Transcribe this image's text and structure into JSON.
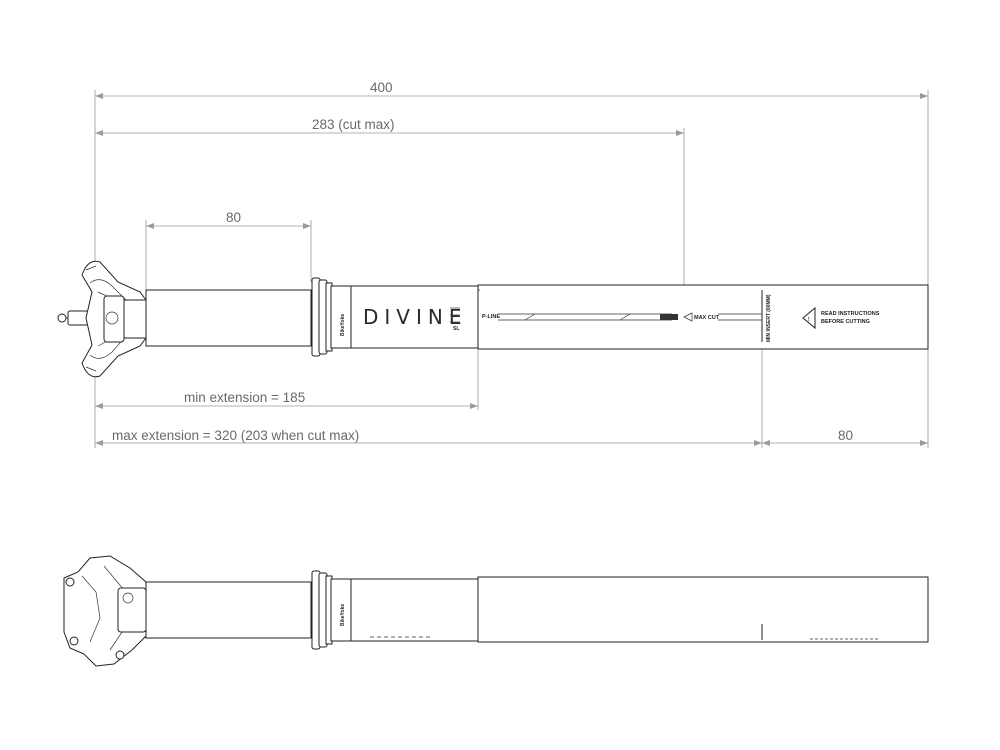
{
  "dimensions": {
    "overall": "400",
    "cut_max": "283 (cut max)",
    "clamp": "80",
    "min_extension": "min extension = 185",
    "max_extension": "max extension = 320 (203 when cut max)",
    "insertion": "80"
  },
  "labels": {
    "brand_logo": "DIVINE",
    "brand_logo_suffix": "SL",
    "collar_brand": "BikeYoke",
    "max_cut_marker": "MAX CUT",
    "min_insert_marker": "MIN INSERT (80MM)",
    "tube_start_marker": "P-LINE",
    "warning_line1": "READ INSTRUCTIONS",
    "warning_line2": "BEFORE CUTTING"
  },
  "colors": {
    "dimension_line": "#9a9a9a",
    "dimension_text": "#6a6a6a",
    "outline": "#222222"
  }
}
